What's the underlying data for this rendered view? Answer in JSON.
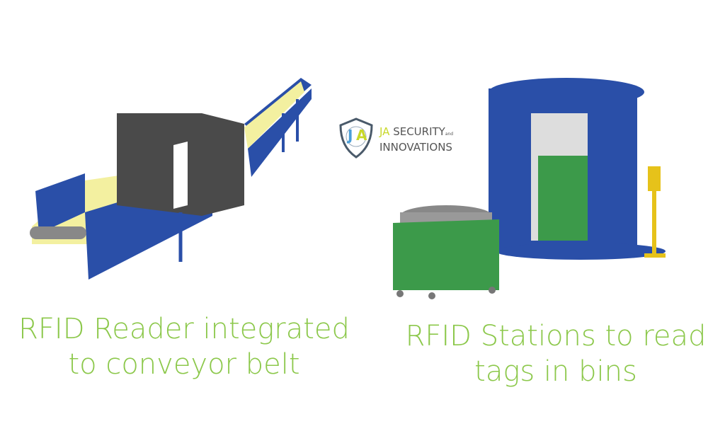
{
  "logo": {
    "initials_j": "J",
    "initials_a": "A",
    "line1_ja": "JA",
    "line1_rest": "SECURITY",
    "line1_small": "and",
    "line2": "INNOVATIONS"
  },
  "left_caption": {
    "line1": "RFID Reader integrated",
    "line2": "to conveyor belt"
  },
  "right_caption": {
    "line1": "RFID Stations to read",
    "line2": "tags in bins"
  },
  "colors": {
    "caption": "#8cc84b",
    "machine_blue": "#2a4fa8",
    "bin_green": "#3c9a4a",
    "reader_gray": "#4a4a4a",
    "cargo_yellow": "#f3f0a0"
  }
}
